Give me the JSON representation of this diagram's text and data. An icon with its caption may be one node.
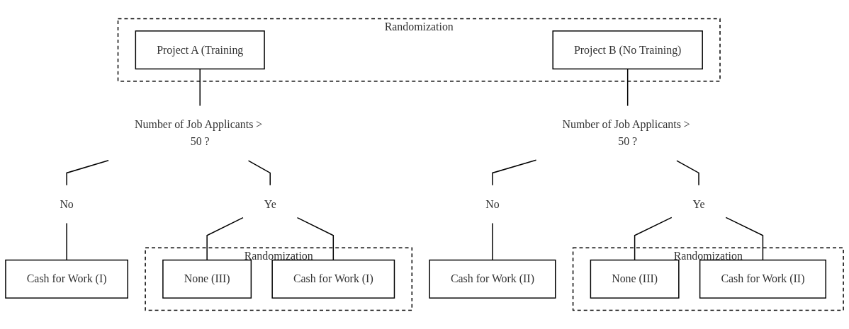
{
  "diagram": {
    "nodes": [
      {
        "text": [
          "Randomization"
        ]
      },
      {
        "text": [
          "Project A (Training"
        ],
        "in": 0
      },
      {
        "text": [
          "Project B (No Training)"
        ],
        "in": 0
      },
      {
        "text": [
          "Number of Job Applicants > 50 ?"
        ]
      },
      {
        "text": [
          "No"
        ]
      },
      {
        "text": [
          "Ye"
        ]
      },
      {
        "text": [
          "Cash for Work (I)"
        ]
      },
      {
        "text": [
          "Randomization"
        ]
      },
      {
        "text": [
          "None (III)"
        ],
        "in": 7
      },
      {
        "text": [
          "Cash for Work (I)"
        ],
        "in": 7
      },
      {
        "text": [
          "Number of Job Applicants > 50 ?"
        ]
      },
      {
        "text": [
          "No"
        ]
      },
      {
        "text": [
          "Ye"
        ]
      },
      {
        "text": [
          "Cash for Work (II)"
        ]
      },
      {
        "text": [
          "Randomization"
        ]
      },
      {
        "text": [
          "None (III)"
        ],
        "in": 14
      },
      {
        "text": [
          "Cash for Work (II)"
        ],
        "in": 14
      }
    ],
    "edges": [
      {
        "from": 1,
        "to": 3,
        "arrow": "none"
      },
      {
        "from": 3,
        "to": 4,
        "arrow": "none"
      },
      {
        "from": 3,
        "to": 5,
        "arrow": "none"
      },
      {
        "from": 4,
        "to": 6,
        "arrow": "none"
      },
      {
        "from": 5,
        "to": 8,
        "arrow": "none"
      },
      {
        "from": 5,
        "to": 9,
        "arrow": "none"
      },
      {
        "from": 2,
        "to": 10,
        "arrow": "none"
      },
      {
        "from": 10,
        "to": 11,
        "arrow": "none"
      },
      {
        "from": 10,
        "to": 12,
        "arrow": "none"
      },
      {
        "from": 11,
        "to": 13,
        "arrow": "none"
      },
      {
        "from": 12,
        "to": 15,
        "arrow": "none"
      },
      {
        "from": 12,
        "to": 16,
        "arrow": "none"
      }
    ]
  }
}
